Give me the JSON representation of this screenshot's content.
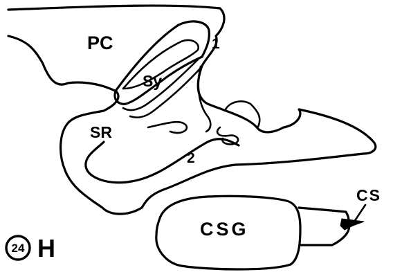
{
  "labels": {
    "pc": "PC",
    "sy": "Sy",
    "one": "1",
    "sr": "SR",
    "two": "2",
    "csg": "CSG",
    "cs": "CS"
  },
  "figure": {
    "number": "24",
    "letter": "H"
  }
}
